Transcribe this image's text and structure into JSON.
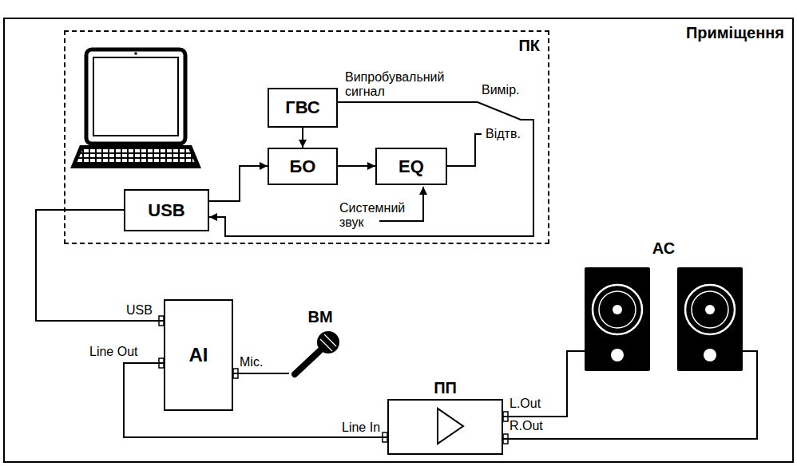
{
  "diagram": {
    "nodes": [
      {
        "text": [
          "Приміщення"
        ]
      },
      {
        "text": [
          "ПК"
        ],
        "in": 0
      },
      {
        "text": [
          "ГВС"
        ],
        "in": 1
      },
      {
        "text": [
          "БО"
        ],
        "in": 1
      },
      {
        "text": [
          "EQ"
        ],
        "in": 1
      },
      {
        "text": [
          "USB"
        ],
        "in": 1
      },
      {
        "text": [
          "AI"
        ],
        "in": 0
      },
      {
        "text": [
          "ВМ"
        ],
        "in": 0
      },
      {
        "text": [
          "ПП"
        ],
        "in": 0
      },
      {
        "text": [
          "АС"
        ],
        "in": 0
      }
    ],
    "edges": [
      {
        "from": 2,
        "to": 3,
        "arrow": "to"
      },
      {
        "from": 3,
        "to": 4,
        "arrow": "to"
      },
      {
        "from": 5,
        "to": 3,
        "arrow": "to"
      },
      {
        "from": 2,
        "to": 5,
        "arrow": "to"
      },
      {
        "from": 5,
        "to": 6,
        "arrow": "none"
      },
      {
        "from": 6,
        "to": 7,
        "arrow": "none"
      },
      {
        "from": 6,
        "to": 8,
        "arrow": "none"
      },
      {
        "from": 8,
        "to": 9,
        "arrow": "none"
      },
      {
        "from": 8,
        "to": 9,
        "arrow": "none"
      }
    ],
    "labels": [
      "Випробувальний сигнал",
      "Вимір.",
      "Відтв.",
      "Системний звук",
      "USB",
      "Line Out",
      "Mic.",
      "Line In",
      "L.Out",
      "R.Out"
    ]
  }
}
